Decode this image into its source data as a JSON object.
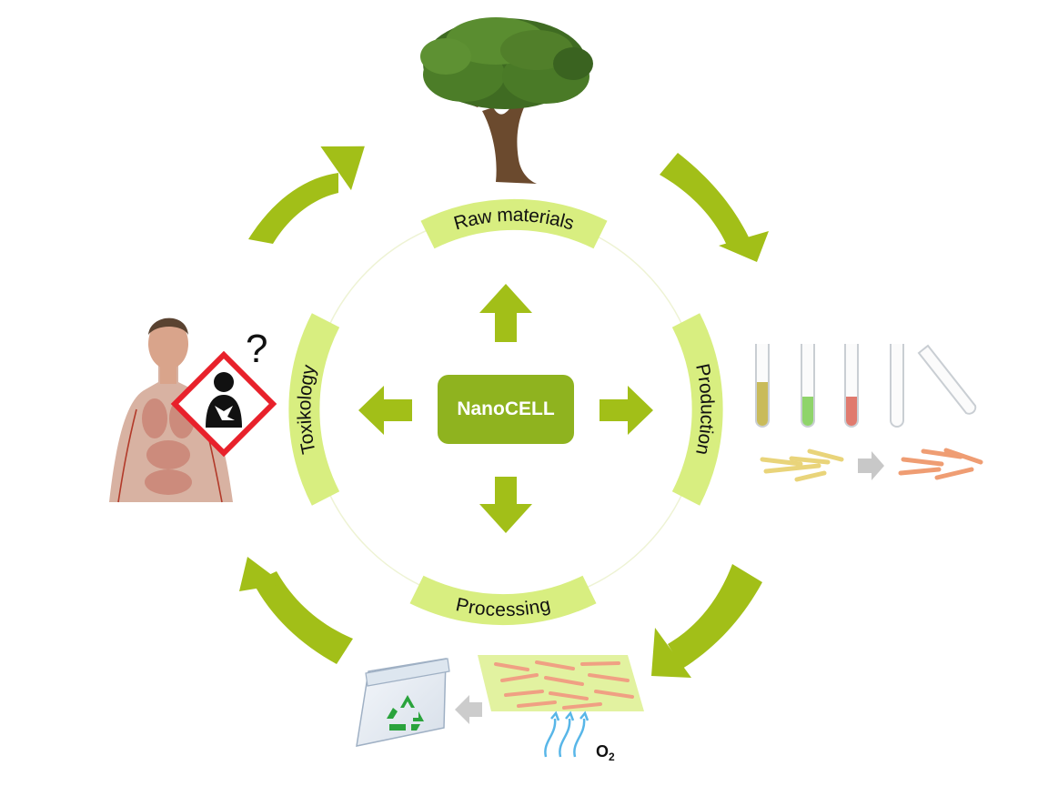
{
  "center": {
    "label": "NanoCELL"
  },
  "stages": {
    "raw_materials": "Raw materials",
    "production": "Production",
    "processing": "Processing",
    "toxikology": "Toxikology"
  },
  "toxicology_mark": "?",
  "oxygen": {
    "symbol": "O",
    "subscript": "2"
  },
  "colors": {
    "arrow_green": "#a2bf18",
    "label_band": "#d8ee80",
    "center_box": "#8fb31f",
    "hazard_red": "#e8212b",
    "oxygen_blue": "#58b6e8",
    "recycle_green": "#2aa33c"
  },
  "icons": [
    "tree-icon",
    "test-tubes-icon",
    "fibers-icon",
    "film-sheet-icon",
    "recycle-bag-icon",
    "human-body-icon",
    "health-hazard-icon"
  ]
}
